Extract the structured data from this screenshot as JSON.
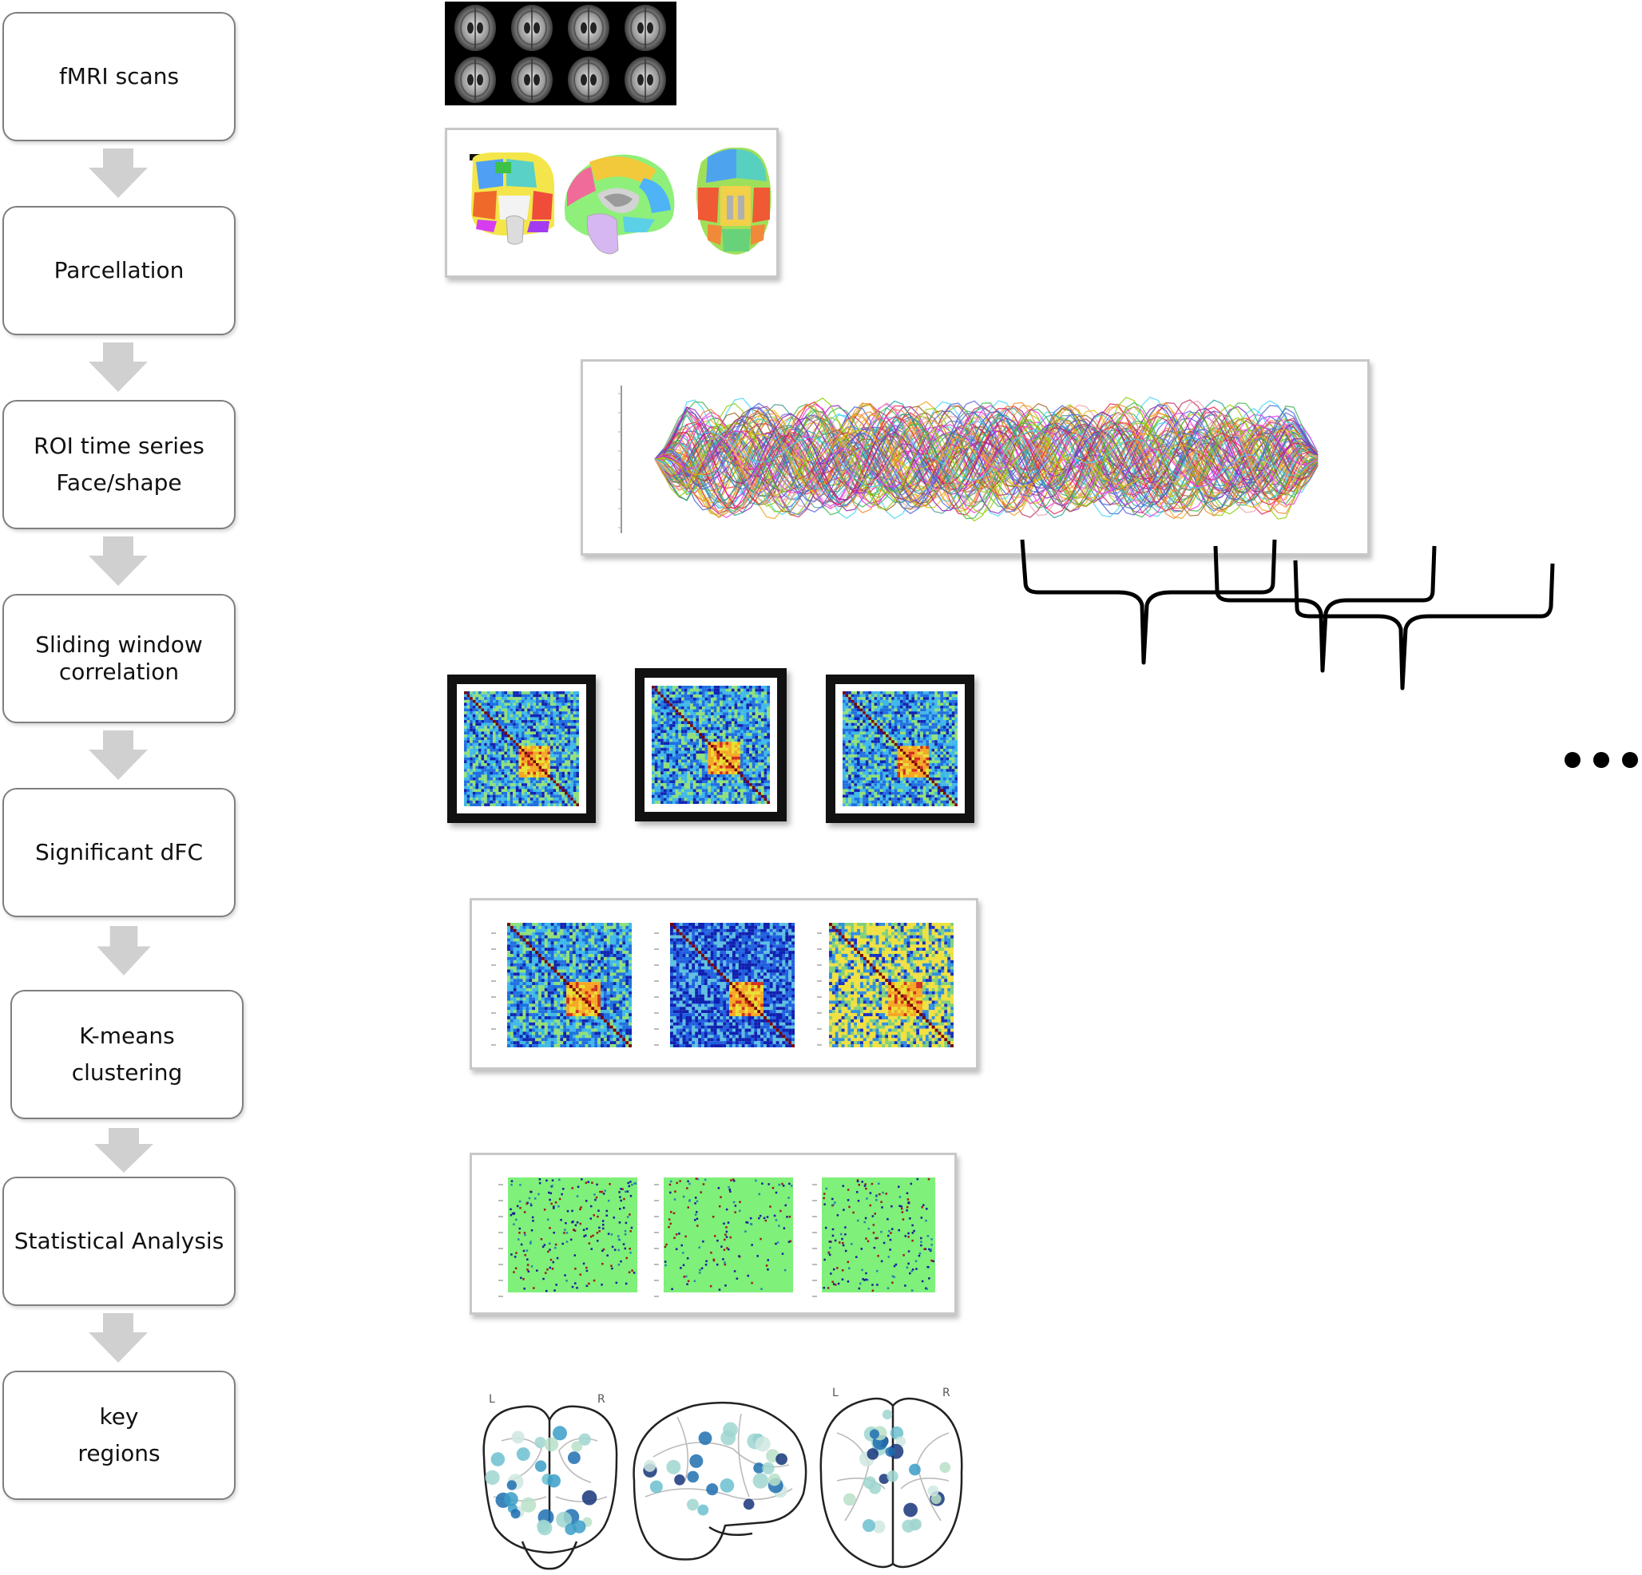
{
  "steps": [
    {
      "lines": [
        "fMRI scans"
      ]
    },
    {
      "lines": [
        "Parcellation"
      ]
    },
    {
      "lines": [
        "ROI time series",
        "Face/shape"
      ]
    },
    {
      "lines": [
        "Sliding window",
        "correlation"
      ]
    },
    {
      "lines": [
        "Significant dFC"
      ]
    },
    {
      "lines": [
        "K-means",
        "clustering"
      ]
    },
    {
      "lines": [
        "Statistical Analysis"
      ]
    },
    {
      "lines": [
        "key",
        "regions"
      ]
    }
  ],
  "brain_labels": {
    "left": "L",
    "right": "R"
  },
  "ellipsis": "..."
}
